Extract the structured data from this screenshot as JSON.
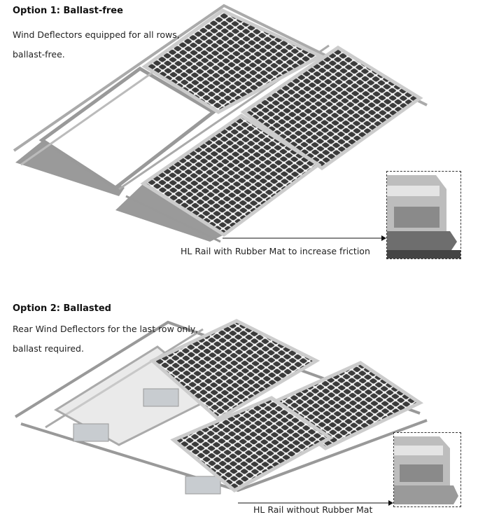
{
  "option1": {
    "heading": "Option 1: Ballast-free",
    "line1": "Wind Deflectors equipped for all rows,",
    "line2": "ballast-free.",
    "callout": "HL Rail  with  Rubber  Mat to increase friction"
  },
  "option2": {
    "heading": "Option 2: Ballasted",
    "line1": "Rear Wind Deflectors for the last row only,",
    "line2": "ballast required.",
    "callout": "HL Rail without Rubber Mat"
  }
}
